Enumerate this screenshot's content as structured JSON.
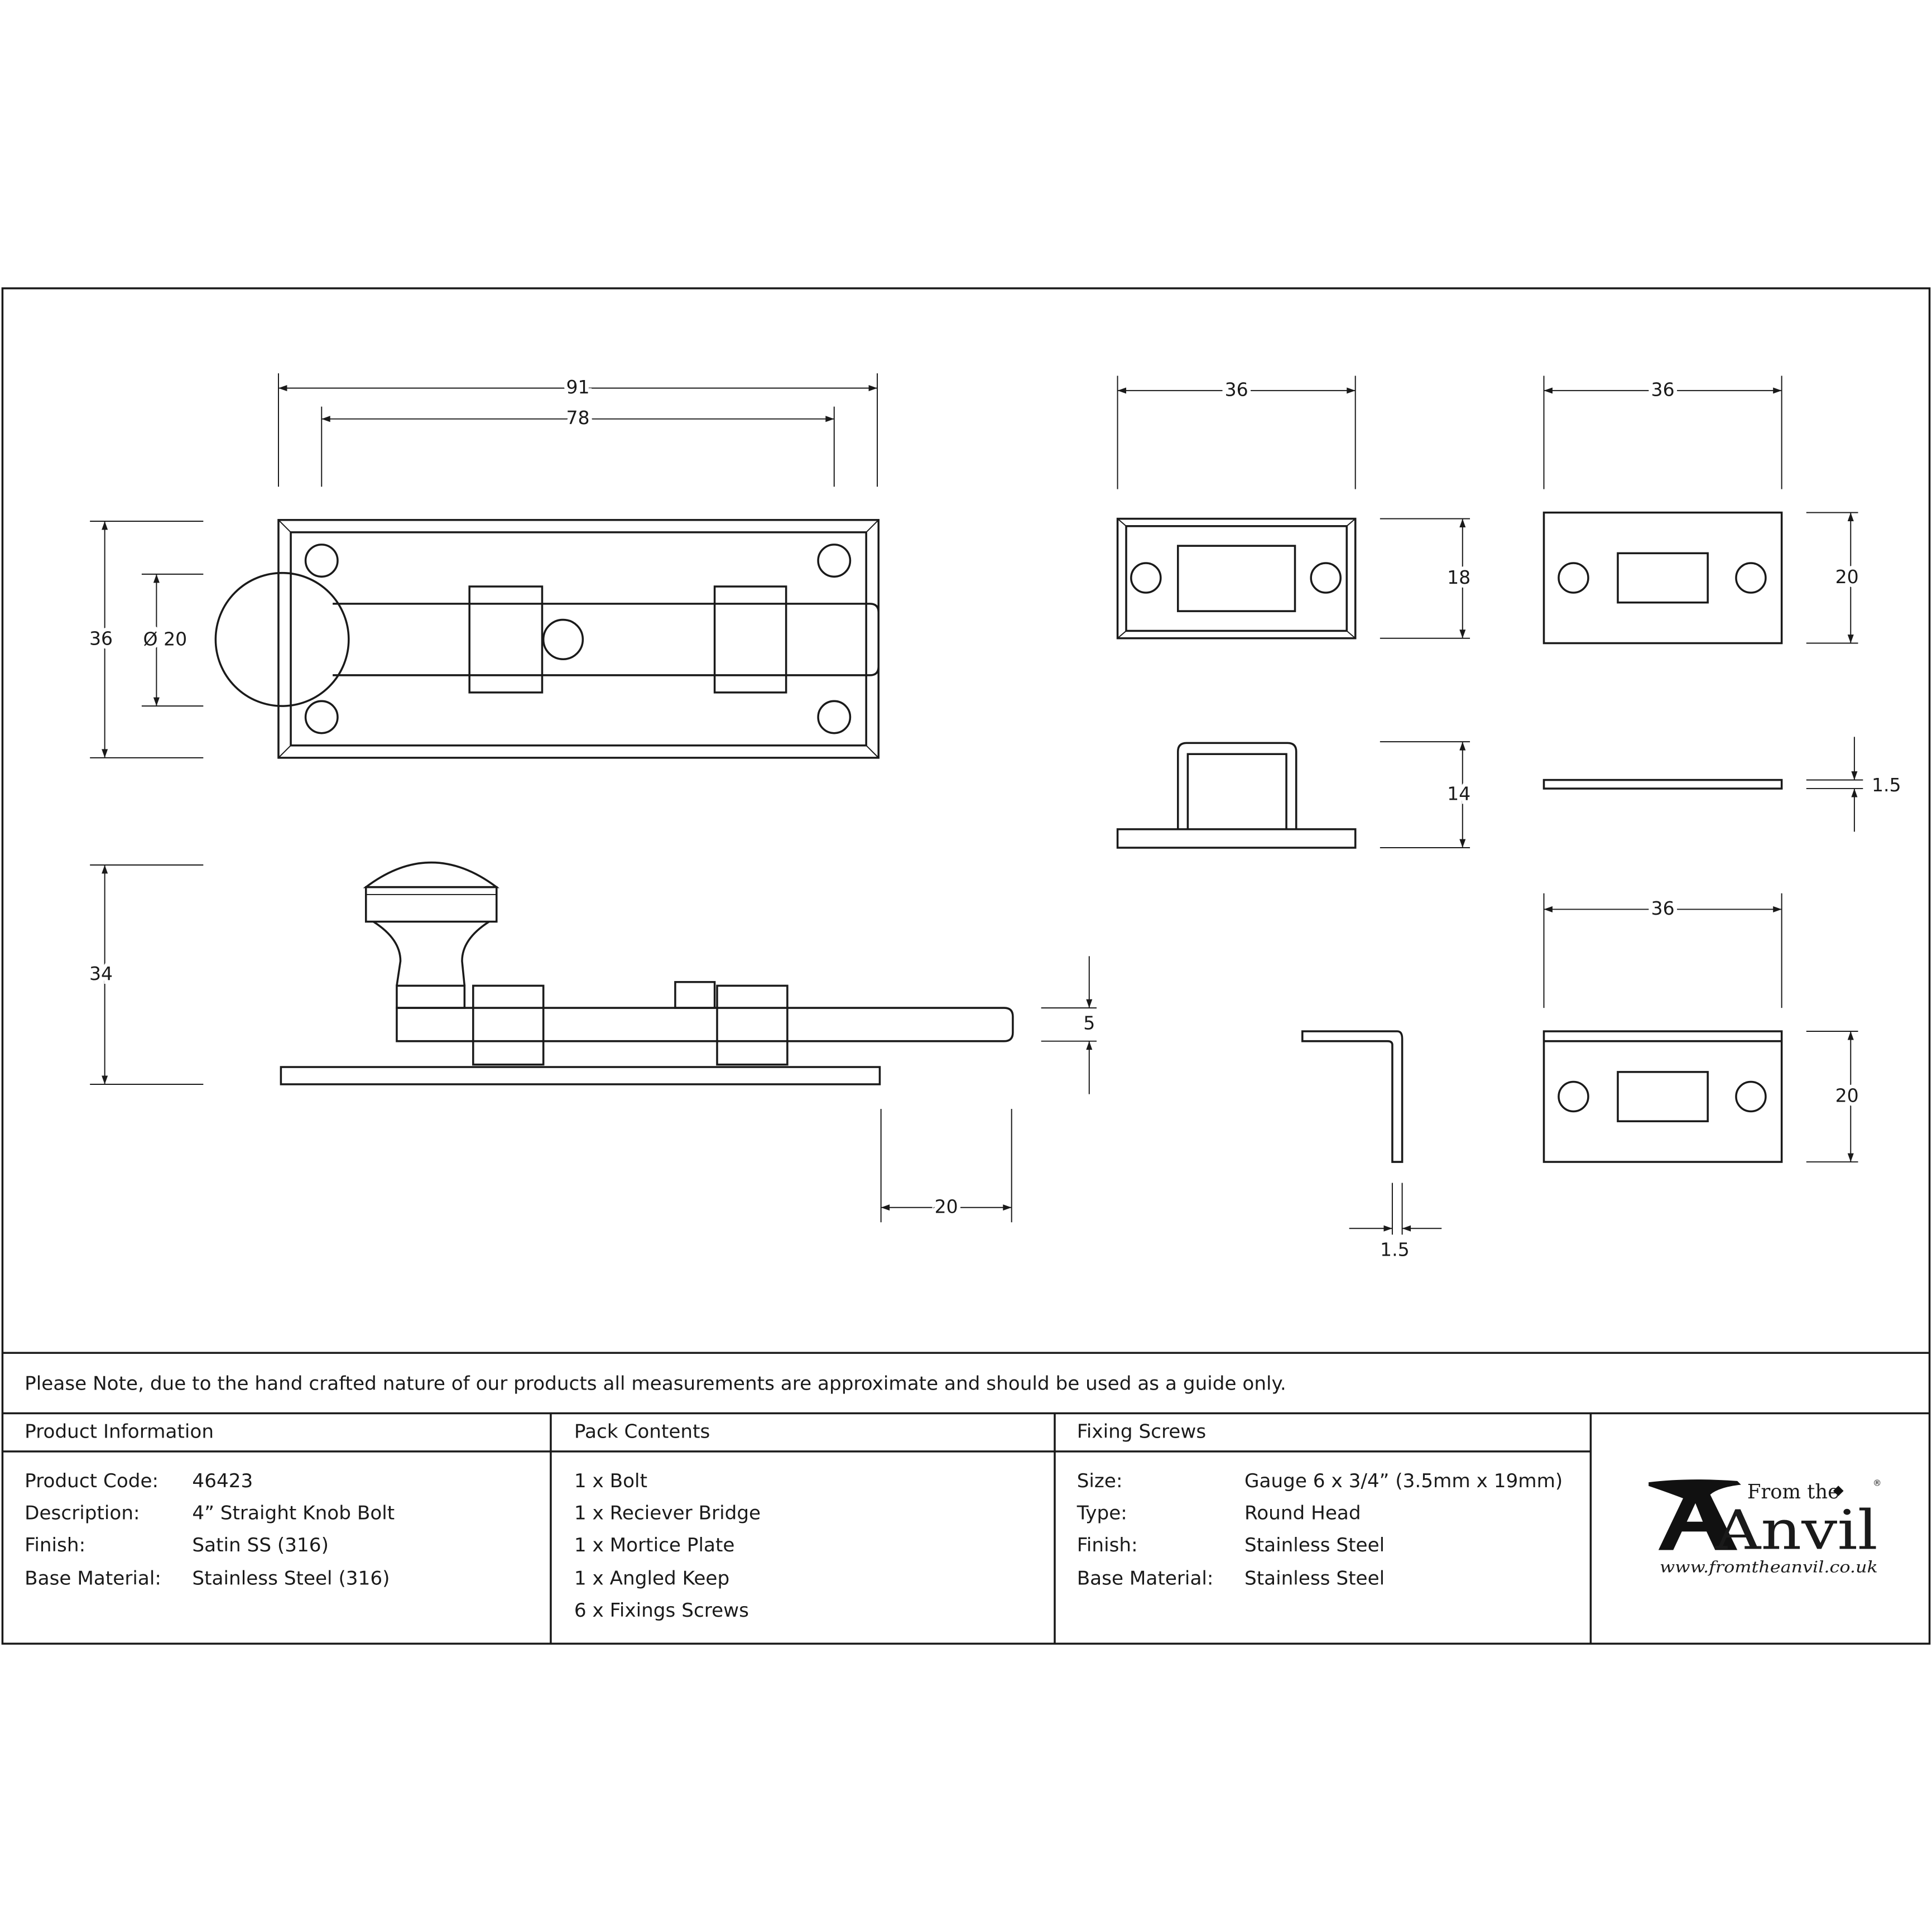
{
  "drawing": {
    "dimensions": {
      "bolt_overall_length": "91",
      "bolt_fixing_centres": "78",
      "bolt_plate_height": "36",
      "knob_diameter": "Ø 20",
      "bolt_side_height": "34",
      "bolt_thickness": "5",
      "bolt_throw": "20",
      "mortice_plate_width": "36",
      "mortice_plate_height": "18",
      "receiver_bridge_height": "14",
      "angled_keep_thickness": "1.5",
      "receiver_plate_width": "36",
      "receiver_plate_height": "20",
      "receiver_plate_thickness": "1.5",
      "angled_keep_width": "36",
      "angled_keep_height": "20"
    }
  },
  "note": "Please Note, due to the hand crafted nature of our products all measurements are approximate and should be used as a guide only.",
  "product_information": {
    "heading": "Product Information",
    "rows": [
      {
        "label": "Product Code:",
        "value": "46423"
      },
      {
        "label": "Description:",
        "value": "4” Straight Knob Bolt"
      },
      {
        "label": "Finish:",
        "value": "Satin SS (316)"
      },
      {
        "label": "Base Material:",
        "value": "Stainless Steel (316)"
      }
    ]
  },
  "pack_contents": {
    "heading": "Pack Contents",
    "items": [
      "1 x Bolt",
      "1 x Reciever Bridge",
      "1 x Mortice Plate",
      "1 x Angled Keep",
      "6 x Fixings Screws"
    ]
  },
  "fixing_screws": {
    "heading": "Fixing Screws",
    "rows": [
      {
        "label": "Size:",
        "value": "Gauge 6 x 3/4” (3.5mm x 19mm)"
      },
      {
        "label": "Type:",
        "value": "Round Head"
      },
      {
        "label": "Finish:",
        "value": "Stainless Steel"
      },
      {
        "label": "Base Material:",
        "value": "Stainless Steel"
      }
    ]
  },
  "logo": {
    "top": "From the",
    "main": "Anvil",
    "url": "www.fromtheanvil.co.uk",
    "registered": "®"
  }
}
